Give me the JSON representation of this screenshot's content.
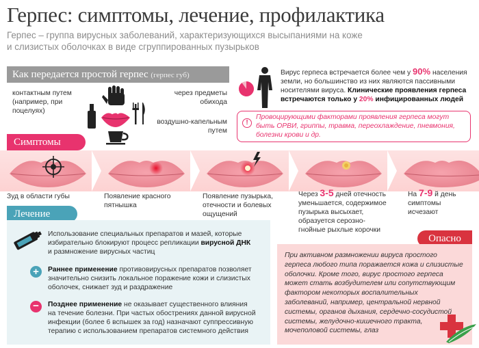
{
  "header": {
    "title": "Герпес: симптомы, лечение, профилактика",
    "subtitle_line1": "Герпес – группа вирусных заболеваний, характеризующихся высыпаниями на коже",
    "subtitle_line2": "и слизистых оболочках в виде сгруппированных пузырьков"
  },
  "transmission": {
    "title": "Как передается простой герпес",
    "title_note": "(герпес губ)",
    "contact_1": "контактным путем",
    "contact_2": "(например, при",
    "contact_3": "поцелуях)",
    "items_1": "через предметы",
    "items_2": "обихода",
    "air_1": "воздушно-капельным",
    "air_2": "путем"
  },
  "stats": {
    "line1_pre": "Вирус герпеса встречается более чем у ",
    "line1_pct": "90%",
    "line1_post": " населения",
    "line2": "земли, но большинство из них являются пассивными",
    "line3_pre": "носителями вируса. ",
    "line3_bold": "Клинические проявления герпеса",
    "line4_pre": "встречаются только у ",
    "line4_pct": "20%",
    "line4_post": " инфицированных людей",
    "pie_fraction": 0.9
  },
  "provoking": {
    "line1": "Провоцирующими факторами проявления герпеса могут",
    "line2": "быть ОРВИ, гриппы, травма, переохлаждение, пневмония,",
    "line3": "болезни крови и др."
  },
  "symptoms": {
    "title": "Симптомы",
    "steps": [
      {
        "l1": "Зуд в области губы",
        "l2": "",
        "l3": ""
      },
      {
        "l1": "Появление красного",
        "l2": "пятнышка",
        "l3": ""
      },
      {
        "l1": "Появление пузырька,",
        "l2": "отечности и болевых",
        "l3": "ощущений"
      },
      {
        "l1_pre": "Через ",
        "l1_num": "3-5",
        "l1_post": " дней отечность",
        "l2": "уменьшается, содержимое",
        "l3": "пузырька высыхает,",
        "l4": "образуется серозно-",
        "l5": "гнойные рыхлые корочки"
      },
      {
        "l1_pre": "На ",
        "l1_num": "7-9",
        "l1_post": " й день",
        "l2": "симптомы",
        "l3": "исчезают"
      }
    ]
  },
  "treatment": {
    "title": "Лечение",
    "p1_l1": "Использование специальных препаратов и мазей, которые",
    "p1_l2_pre": "избирательно блокируют процесс репликации ",
    "p1_l2_bold": "вирусной ДНК",
    "p1_l3": "и размножение вирусных частиц",
    "p2_bold": "Раннее применение",
    "p2_l1_post": " противовирусных препаратов позволяет",
    "p2_l2": "значительно снизить локальное поражение кожи и слизистых",
    "p2_l3": "оболочек, снижает зуд и раздражение",
    "p3_bold": "Позднее применение",
    "p3_l1_post": " не оказывает существенного влияния",
    "p3_l2": "на течение болезни. При частых обострениях данной вирусной",
    "p3_l3": "инфекции (более 6 вспышек за год) назначают суппрессивную",
    "p3_l4": "терапию с использованием препаратов системного действия"
  },
  "danger": {
    "title": "Опасно",
    "lines": [
      "При активном размножении вируса простого",
      "герпеса любого типа поражается кожа и слизистые",
      "оболочки. Кроме того, вирус простого герпеса",
      "может стать возбудителем или сопутствующим",
      "фактором некоторых воспалительных",
      "заболеваний, например, центральной нервной",
      "системы, органов дыхания, сердечно-сосудистой",
      "системы, желудочно-кишечного тракта,",
      "мочеполовой системы, глаз"
    ]
  },
  "colors": {
    "accent_pink": "#e8336e",
    "accent_teal": "#4aa3b8",
    "danger_red": "#d9333f"
  }
}
